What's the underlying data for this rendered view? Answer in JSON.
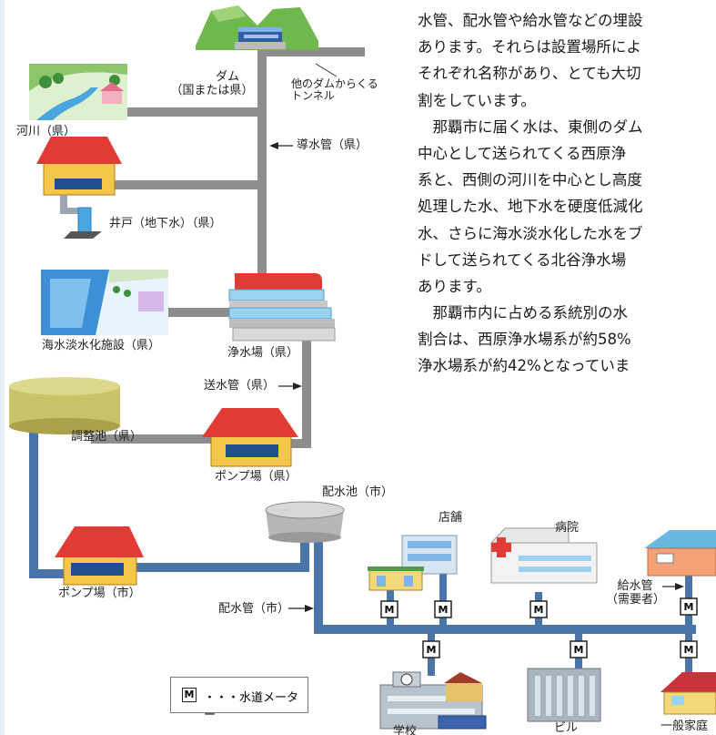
{
  "paragraph": {
    "lines": [
      "水管、配水管や給水管などの埋設",
      "あります。それらは設置場所によ",
      "それぞれ名称があり、とても大切",
      "割をしています。",
      "　那覇市に届く水は、東側のダム",
      "中心として送られてくる西原浄",
      "系と、西側の河川を中心とし高度",
      "処理した水、地下水を硬度低減化",
      "水、さらに海水淡水化した水をブ",
      "ドして送られてくる北谷浄水場",
      "あります。",
      "　那覇市内に占める系統別の水",
      "割合は、西原浄水場系が約58%",
      "浄水場系が約42%となっていま"
    ]
  },
  "labels": {
    "dam": "ダム",
    "dam_owner": "（国または県）",
    "tunnel": "他のダムからくる\nトンネル",
    "river": "河川（県）",
    "conduit": "導水管（県）",
    "well": "井戸（地下水）（県）",
    "desal": "海水淡水化施設（県）",
    "purification": "浄水場（県）",
    "supply_pipe": "送水管（県）",
    "regulating_pond": "調整池（県）",
    "pump_pref": "ポンプ場（県）",
    "distribution_reservoir": "配水池（市）",
    "pump_city": "ポンプ場（市）",
    "distribution_pipe": "配水管（市）",
    "store": "店舗",
    "hospital": "病院",
    "service_pipe": "給水管\n（需要者）",
    "school": "学校",
    "building": "ビル",
    "household": "一般家庭"
  },
  "legend": {
    "meter_symbol": "M",
    "meter_text": "・・・水道メーター"
  },
  "colors": {
    "prefecture_pipe": "#8d8d8d",
    "city_pipe": "#4b74a8",
    "roof": "#e23b35",
    "house_wall": "#f4c64a",
    "pump": "#1f4f8c",
    "water": "#4aa6e0"
  }
}
